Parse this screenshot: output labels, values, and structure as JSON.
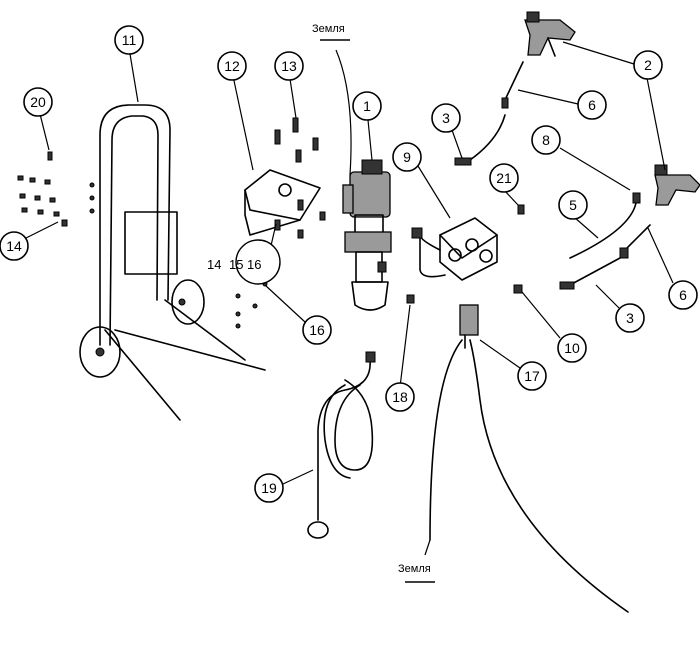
{
  "ground": {
    "label": "Земля"
  },
  "combo_label": {
    "a": "14",
    "b": "15",
    "c": "16"
  },
  "callouts": [
    {
      "id": "c1",
      "label": "1"
    },
    {
      "id": "c2",
      "label": "2"
    },
    {
      "id": "c3a",
      "label": "3"
    },
    {
      "id": "c3b",
      "label": "3"
    },
    {
      "id": "c5",
      "label": "5"
    },
    {
      "id": "c6a",
      "label": "6"
    },
    {
      "id": "c6b",
      "label": "6"
    },
    {
      "id": "c8",
      "label": "8"
    },
    {
      "id": "c9",
      "label": "9"
    },
    {
      "id": "c10",
      "label": "10"
    },
    {
      "id": "c11",
      "label": "11"
    },
    {
      "id": "c12",
      "label": "12"
    },
    {
      "id": "c13",
      "label": "13"
    },
    {
      "id": "c14",
      "label": "14"
    },
    {
      "id": "c16",
      "label": "16"
    },
    {
      "id": "c17",
      "label": "17"
    },
    {
      "id": "c18",
      "label": "18"
    },
    {
      "id": "c19",
      "label": "19"
    },
    {
      "id": "c20",
      "label": "20"
    },
    {
      "id": "c21",
      "label": "21"
    }
  ]
}
